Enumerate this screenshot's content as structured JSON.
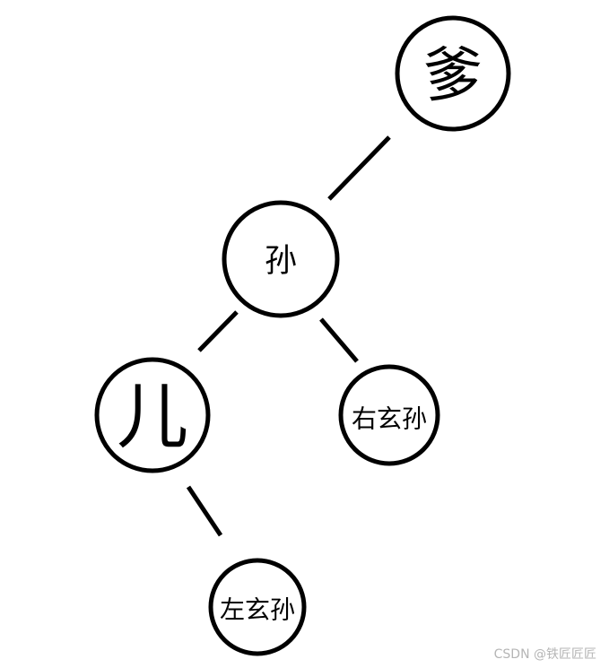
{
  "tree": {
    "nodes": {
      "root": {
        "label": "爹"
      },
      "mid": {
        "label": "孙"
      },
      "left": {
        "label": "儿"
      },
      "right": {
        "label": "右玄孙"
      },
      "leaf": {
        "label": "左玄孙"
      }
    }
  },
  "watermark": "CSDN @铁匠匠匠"
}
